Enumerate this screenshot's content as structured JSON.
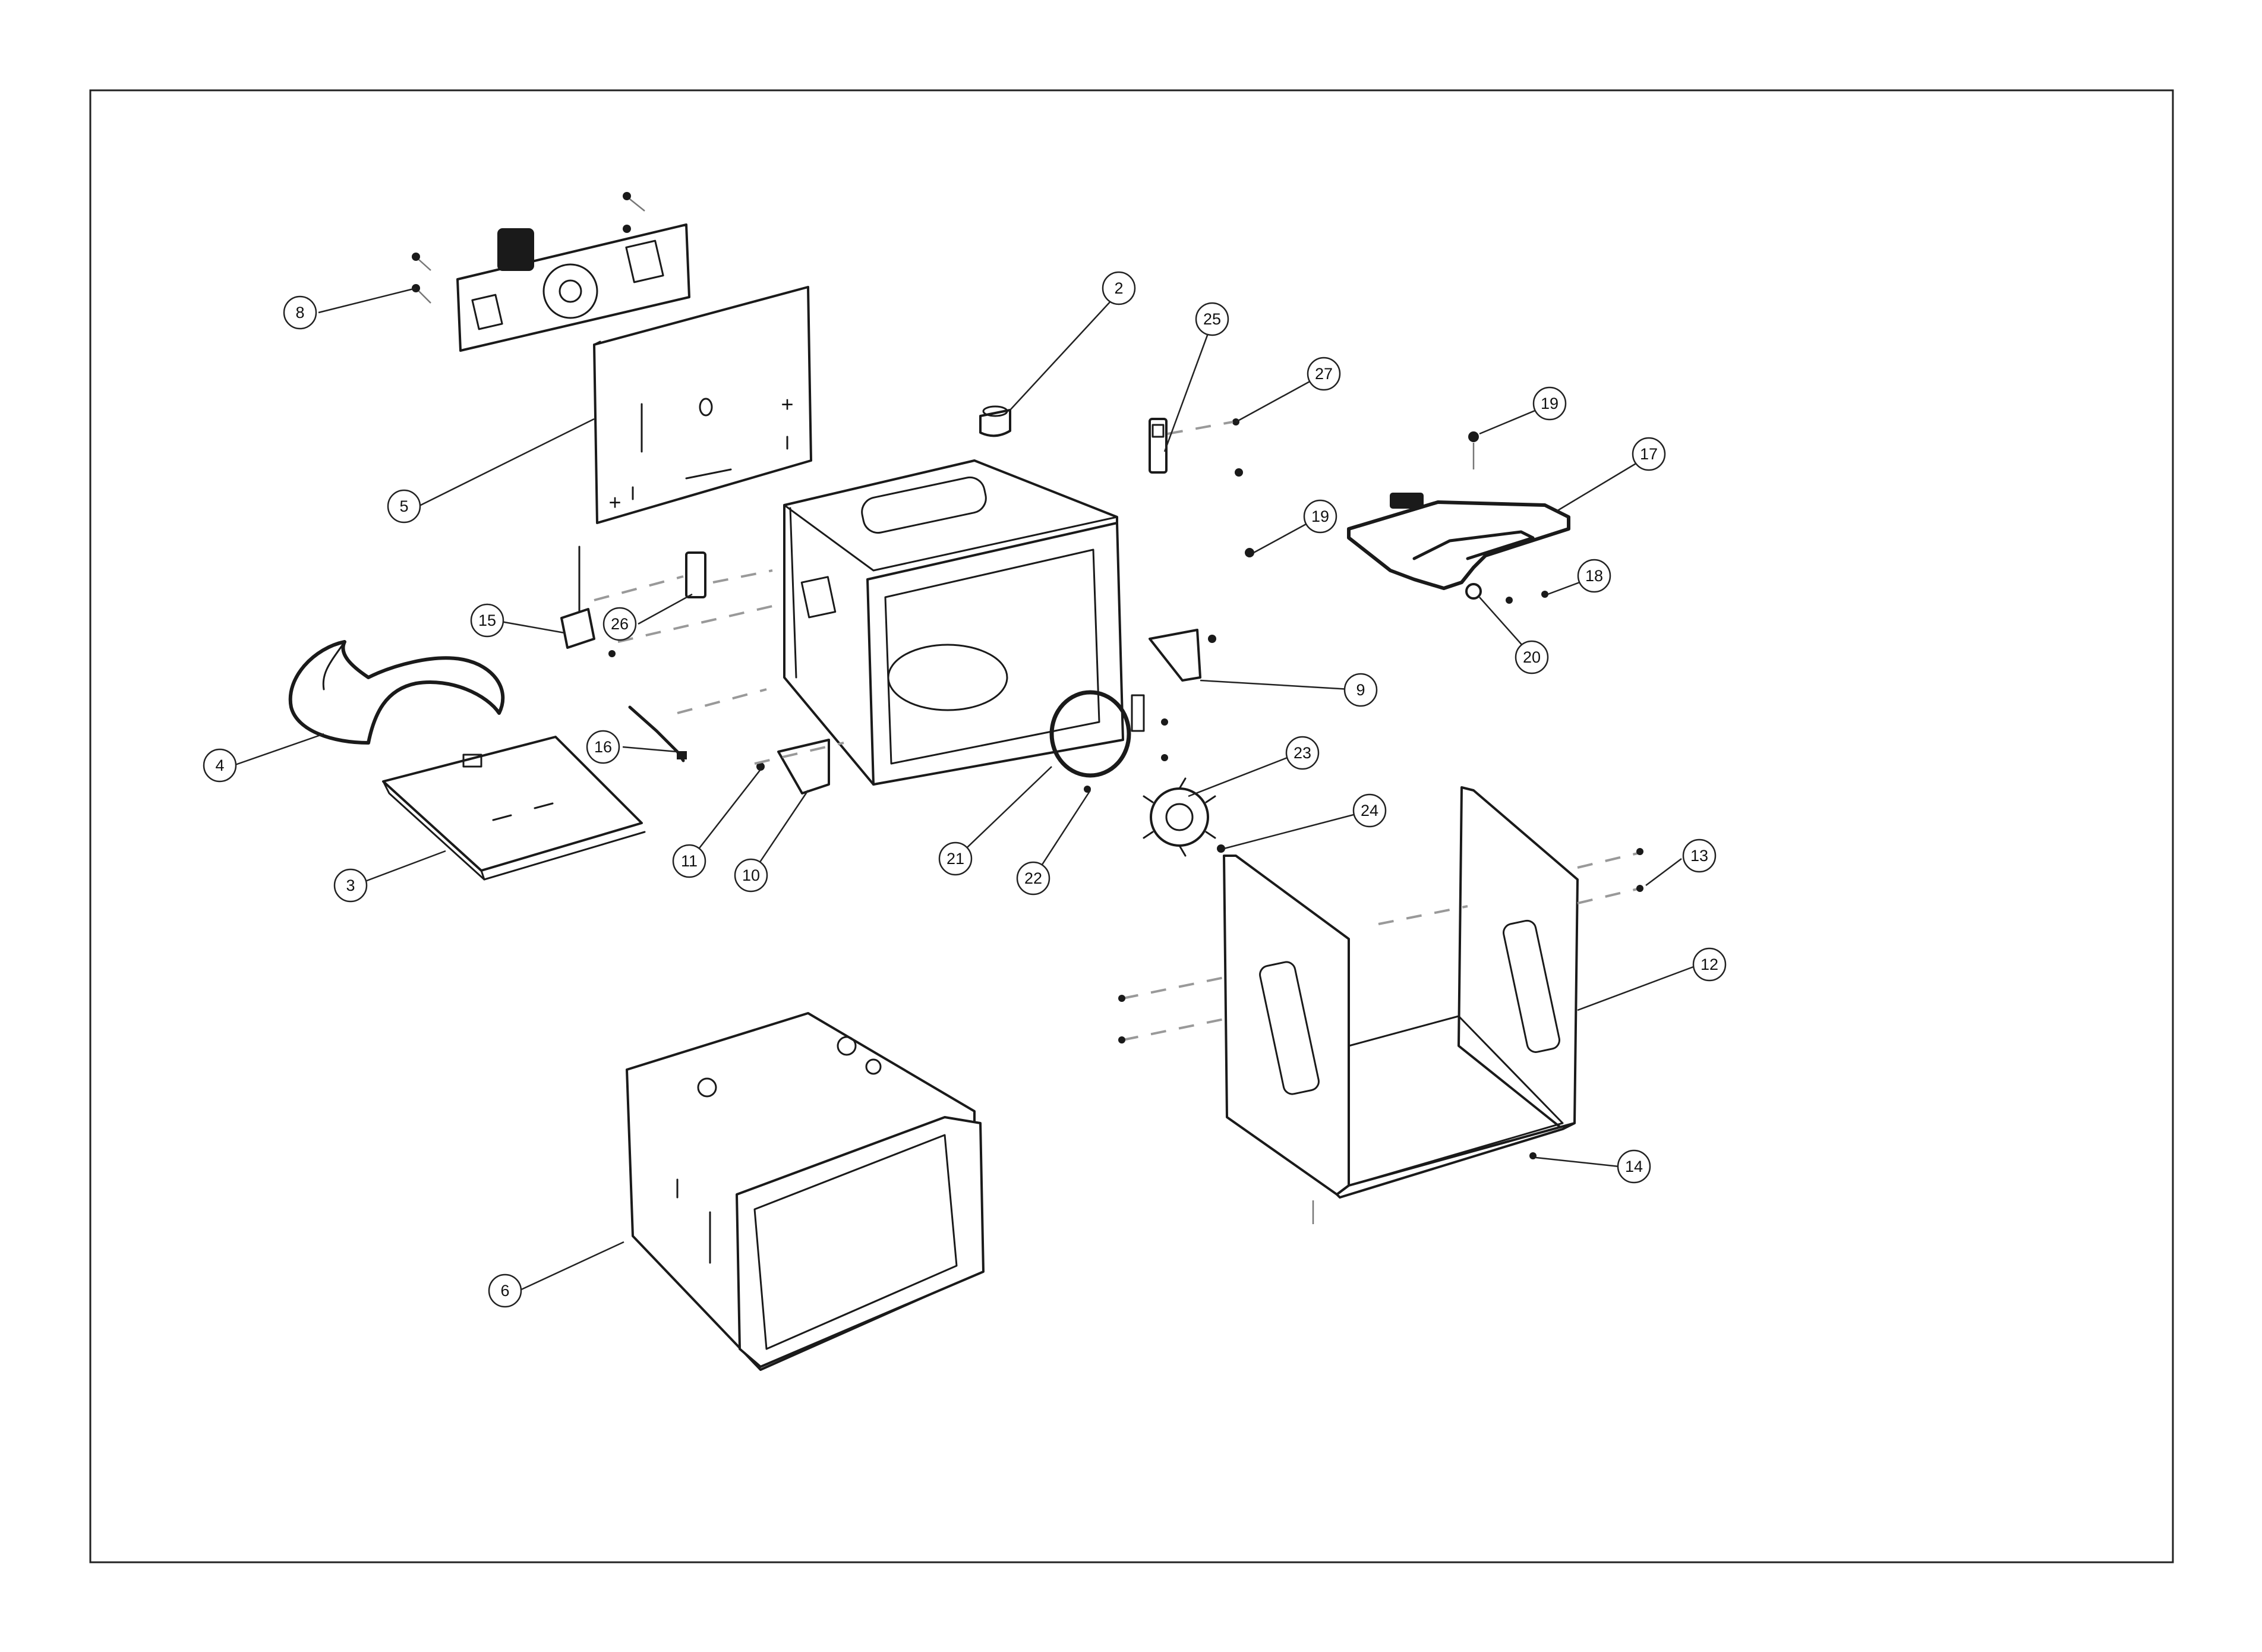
{
  "callouts": [
    {
      "id": "c2",
      "label": "2"
    },
    {
      "id": "c3",
      "label": "3"
    },
    {
      "id": "c4",
      "label": "4"
    },
    {
      "id": "c5",
      "label": "5"
    },
    {
      "id": "c6",
      "label": "6"
    },
    {
      "id": "c8",
      "label": "8"
    },
    {
      "id": "c9",
      "label": "9"
    },
    {
      "id": "c10",
      "label": "10"
    },
    {
      "id": "c11",
      "label": "11"
    },
    {
      "id": "c12",
      "label": "12"
    },
    {
      "id": "c13",
      "label": "13"
    },
    {
      "id": "c14",
      "label": "14"
    },
    {
      "id": "c15",
      "label": "15"
    },
    {
      "id": "c16",
      "label": "16"
    },
    {
      "id": "c17",
      "label": "17"
    },
    {
      "id": "c18",
      "label": "18"
    },
    {
      "id": "c19a",
      "label": "19"
    },
    {
      "id": "c19b",
      "label": "19"
    },
    {
      "id": "c20",
      "label": "20"
    },
    {
      "id": "c21",
      "label": "21"
    },
    {
      "id": "c22",
      "label": "22"
    },
    {
      "id": "c23",
      "label": "23"
    },
    {
      "id": "c24",
      "label": "24"
    },
    {
      "id": "c25",
      "label": "25"
    },
    {
      "id": "c26",
      "label": "26"
    },
    {
      "id": "c27",
      "label": "27"
    }
  ]
}
